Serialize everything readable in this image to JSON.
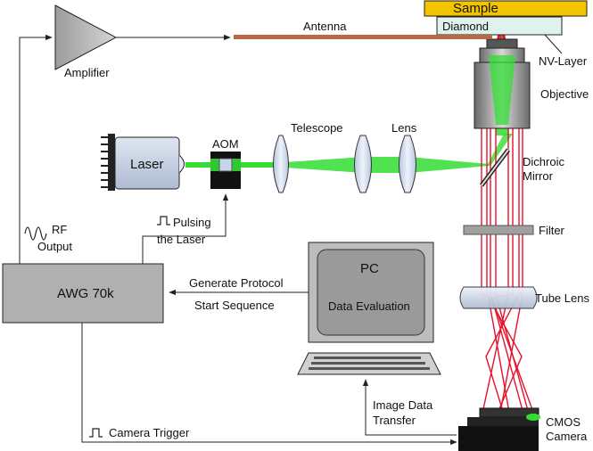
{
  "labels": {
    "sample": "Sample",
    "diamond": "Diamond",
    "nv_layer": "NV-Layer",
    "antenna": "Antenna",
    "amplifier": "Amplifier",
    "objective": "Objective",
    "laser": "Laser",
    "aom": "AOM",
    "telescope": "Telescope",
    "lens": "Lens",
    "dichroic_line1": "Dichroic",
    "dichroic_line2": "Mirror",
    "filter": "Filter",
    "tube_lens": "Tube Lens",
    "rf_line1": "RF",
    "rf_line2": "Output",
    "pulsing_line1": "Pulsing",
    "pulsing_line2": "the Laser",
    "awg": "AWG 70k",
    "generate_line1": "Generate Protocol",
    "generate_line2": "Start Sequence",
    "pc_line1": "PC",
    "pc_line2": "Data Evaluation",
    "image_line1": "Image Data",
    "image_line2": "Transfer",
    "camera_trigger": "Camera Trigger",
    "cmos_line1": "CMOS",
    "cmos_line2": "Camera"
  },
  "colors": {
    "laser_beam": "#33dd33",
    "fluorescence": "#e8102a",
    "sample": "#f5c400",
    "antenna": "#b86a45",
    "awg_box": "#b0b0b0",
    "optics": "#c8d4ea"
  }
}
